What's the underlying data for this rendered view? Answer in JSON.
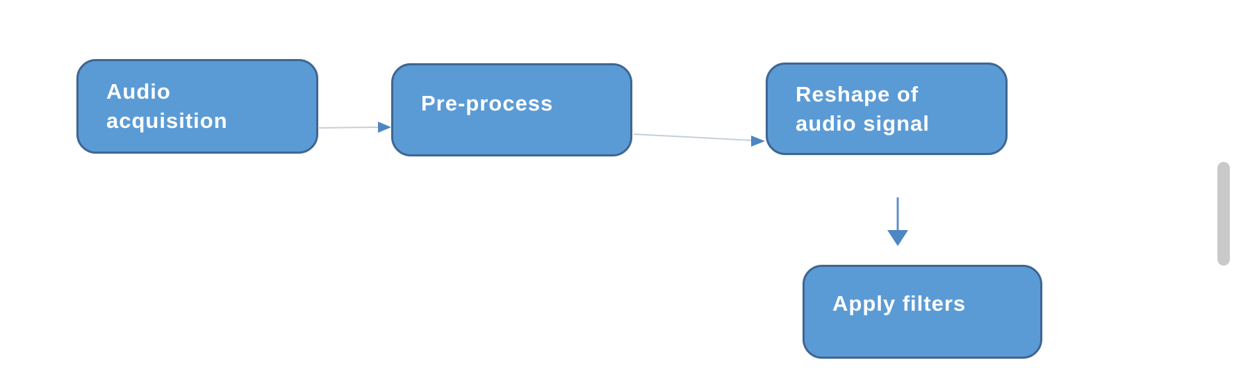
{
  "diagram": {
    "type": "flowchart",
    "nodes": [
      {
        "id": "audio-acquisition",
        "label": "Audio acquisition",
        "line1": "Audio",
        "line2": "acquisition"
      },
      {
        "id": "pre-process",
        "label": "Pre-process",
        "line1": "Pre-process"
      },
      {
        "id": "reshape-of-audio-signal",
        "label": "Reshape of audio signal",
        "line1": "Reshape of",
        "line2": "audio signal"
      },
      {
        "id": "apply-filters",
        "label": "Apply filters",
        "line1": "Apply filters"
      }
    ],
    "edges": [
      {
        "from": "audio-acquisition",
        "to": "pre-process",
        "direction": "right"
      },
      {
        "from": "pre-process",
        "to": "reshape-of-audio-signal",
        "direction": "right"
      },
      {
        "from": "reshape-of-audio-signal",
        "to": "apply-filters",
        "direction": "down"
      }
    ],
    "colors": {
      "background": "#ffffff",
      "node_fill": "#5b9bd5",
      "node_border": "#3e6693",
      "node_text": "#ffffff",
      "connector_line": "#c5ced8",
      "connector_line_vertical": "#5e8fc7",
      "arrowhead": "#4d86c3",
      "scrollbar_thumb": "#c9c9c9"
    }
  }
}
